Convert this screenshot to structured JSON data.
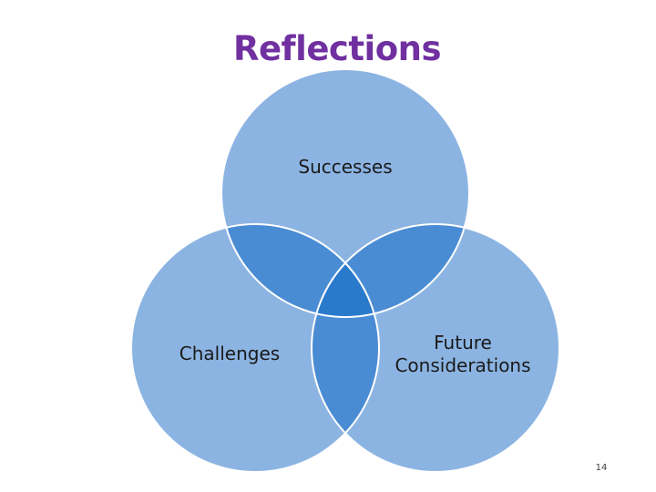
{
  "slide": {
    "title": "Reflections",
    "page_number": "14"
  },
  "venn": {
    "sets": [
      {
        "id": "successes",
        "label": "Successes"
      },
      {
        "id": "challenges",
        "label": "Challenges"
      },
      {
        "id": "future",
        "label_lines": [
          "Future",
          "Considerations"
        ]
      }
    ],
    "colors": {
      "circle_fill": "#8cb4e2",
      "pair_overlap_fill": "#4a8cd4",
      "triple_overlap_fill": "#2a7acc",
      "circle_stroke": "#ffffff",
      "title_color": "#7030a0"
    }
  }
}
